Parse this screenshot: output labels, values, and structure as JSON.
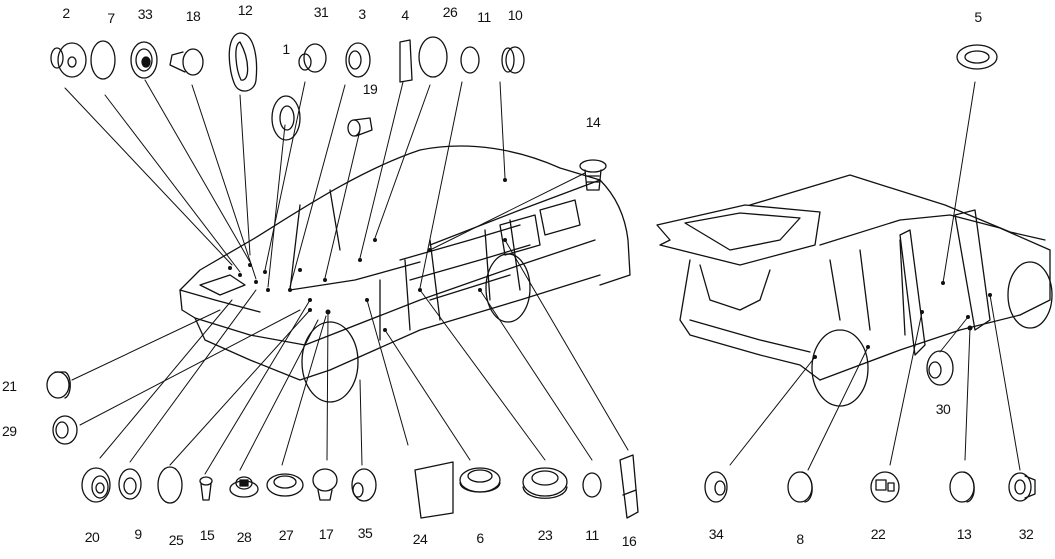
{
  "diagram": {
    "title": "Grommet / Plug locations",
    "line_color": "#111111",
    "background": "#ffffff",
    "views": [
      {
        "name": "front-left-view",
        "description": "Station wagon body, front three-quarter view"
      },
      {
        "name": "rear-right-view",
        "description": "Station wagon body, rear three-quarter view with tailgate and doors open"
      }
    ],
    "callouts_top": [
      "2",
      "7",
      "33",
      "18",
      "12",
      "1",
      "31",
      "3",
      "19",
      "4",
      "26",
      "11",
      "10",
      "14",
      "5"
    ],
    "callouts_left": [
      "21",
      "29"
    ],
    "callouts_bottom_left": [
      "20",
      "9",
      "25",
      "15",
      "28",
      "27",
      "17",
      "35",
      "24",
      "6",
      "23",
      "11",
      "16"
    ],
    "callouts_right_view": [
      "30",
      "34",
      "8",
      "22",
      "13",
      "32"
    ]
  }
}
